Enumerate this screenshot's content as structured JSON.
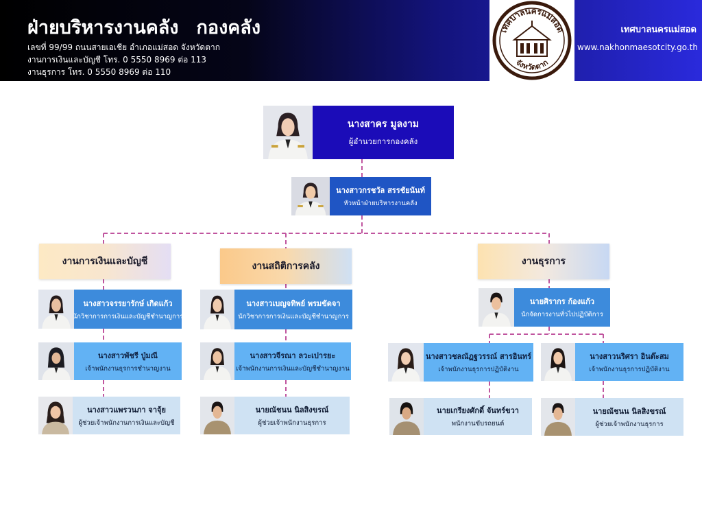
{
  "header": {
    "title_part1": "ฝ่ายบริหารงานคลัง",
    "title_part2": "กองคลัง",
    "address": "เลขที่ 99/99 ถนนสายเอเชีย อำเภอแม่สอด จังหวัดตาก",
    "phone_finance": "งานการเงินและบัญชี โทร. 0 5550 8969  ต่อ 113",
    "phone_admin": "งานธุรการ โทร.  0 5550 8969 ต่อ 110",
    "org_name": "เทศบาลนครแม่สอด",
    "website": "www.nakhonmaesotcity.go.th",
    "seal_text_top": "เทศบาลนครแม่สอด",
    "seal_text_bottom": "จังหวัดตาก"
  },
  "colors": {
    "connector": "#c0559f",
    "card_dark": "#1b0cb8",
    "card_mid": "#1f55c4",
    "card_blue": "#3d8bdc",
    "card_sky": "#62b2f4",
    "card_pale": "#cfe2f3"
  },
  "director": {
    "name": "นางสาคร มูลงาม",
    "position": "ผู้อำนวยการกองคลัง",
    "photo_icon": "portrait-female-uniform"
  },
  "head": {
    "name": "นางสาวกรชวัล สรรชัยนันท์",
    "position": "หัวหน้าฝ่ายบริหารงานคลัง",
    "photo_icon": "portrait-female-uniform"
  },
  "sections": {
    "finance": "งานการเงินและบัญชี",
    "statistics": "งานสถิติการคลัง",
    "admin": "งานธุรการ"
  },
  "finance_staff": [
    {
      "name": "นางสาวจรรยารักษ์ เกิดแก้ว",
      "position": "นักวิชาการการเงินและบัญชีชำนาญการ"
    },
    {
      "name": "นางสาวพัชรี ปู่มณี",
      "position": "เจ้าพนักงานธุรการชำนาญงาน"
    },
    {
      "name": "นางสาวแพรวนภา จาจุ้ย",
      "position": "ผู้ช่วยเจ้าพนักงานการเงินและบัญชี"
    }
  ],
  "statistics_staff": [
    {
      "name": "นางสาวเบญจทิพย์  พรมขัดจา",
      "position": "นักวิชาการการเงินและบัญชีชำนาญการ"
    },
    {
      "name": "นางสาวจีรณา ลวะเปารยะ",
      "position": "เจ้าพนักงานการเงินและบัญชีชำนาญงาน"
    },
    {
      "name": "นายณัชนน นิลสิงขรณ์",
      "position": "ผู้ช่วยเจ้าพนักงานธุรการ"
    }
  ],
  "admin_staff": [
    {
      "name": "นายศิรากร ก้องแก้ว",
      "position": "นักจัดการงานทั่วไปปฏิบัติการ"
    },
    {
      "name": "นางสาวชลณัฏฐวรรณ์ สารอินทร์",
      "position": "เจ้าพนักงานธุรการปฏิบัติงาน"
    },
    {
      "name": "นางสาวนริศรา อินต๊ะสม",
      "position": "เจ้าพนักงานธุรการปฏิบัติงาน"
    },
    {
      "name": "นายเกรียงศักดิ์ จันทร์ขวา",
      "position": "พนักงานขับรถยนต์"
    },
    {
      "name": "นายณัชนน นิลสิงขรณ์",
      "position": "ผู้ช่วยเจ้าพนักงานธุรการ"
    }
  ]
}
